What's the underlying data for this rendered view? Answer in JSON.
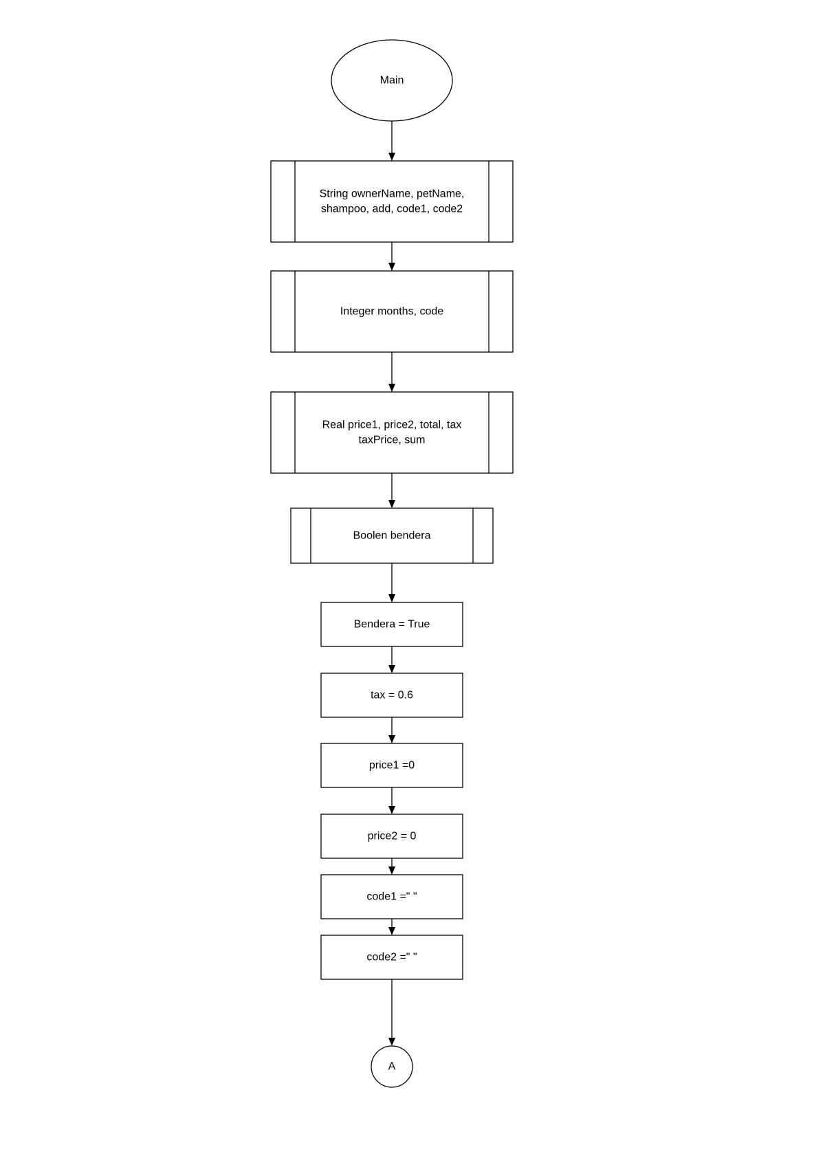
{
  "diagram": {
    "nodes": [
      {
        "id": "main",
        "shape": "terminator",
        "lines": [
          "Main"
        ]
      },
      {
        "id": "decl_string",
        "shape": "predefined-process",
        "lines": [
          "String ownerName, petName,",
          "shampoo, add, code1, code2"
        ]
      },
      {
        "id": "decl_integer",
        "shape": "predefined-process",
        "lines": [
          "Integer months, code"
        ]
      },
      {
        "id": "decl_real",
        "shape": "predefined-process",
        "lines": [
          "Real price1, price2, total, tax",
          "taxPrice, sum"
        ]
      },
      {
        "id": "decl_boolean",
        "shape": "predefined-process",
        "lines": [
          "Boolen bendera"
        ]
      },
      {
        "id": "assign_bendera",
        "shape": "process",
        "lines": [
          "Bendera = True"
        ]
      },
      {
        "id": "assign_tax",
        "shape": "process",
        "lines": [
          "tax = 0.6"
        ]
      },
      {
        "id": "assign_price1",
        "shape": "process",
        "lines": [
          "price1 =0"
        ]
      },
      {
        "id": "assign_price2",
        "shape": "process",
        "lines": [
          "price2 =  0"
        ]
      },
      {
        "id": "assign_code1",
        "shape": "process",
        "lines": [
          "code1 =\" \""
        ]
      },
      {
        "id": "assign_code2",
        "shape": "process",
        "lines": [
          "code2 =\" \""
        ]
      },
      {
        "id": "connector_a",
        "shape": "connector",
        "lines": [
          "A"
        ]
      }
    ],
    "edges": [
      {
        "from": "main",
        "to": "decl_string"
      },
      {
        "from": "decl_string",
        "to": "decl_integer"
      },
      {
        "from": "decl_integer",
        "to": "decl_real"
      },
      {
        "from": "decl_real",
        "to": "decl_boolean"
      },
      {
        "from": "decl_boolean",
        "to": "assign_bendera"
      },
      {
        "from": "assign_bendera",
        "to": "assign_tax"
      },
      {
        "from": "assign_tax",
        "to": "assign_price1"
      },
      {
        "from": "assign_price1",
        "to": "assign_price2"
      },
      {
        "from": "assign_price2",
        "to": "assign_code1"
      },
      {
        "from": "assign_code1",
        "to": "assign_code2"
      },
      {
        "from": "assign_code2",
        "to": "connector_a"
      }
    ]
  }
}
